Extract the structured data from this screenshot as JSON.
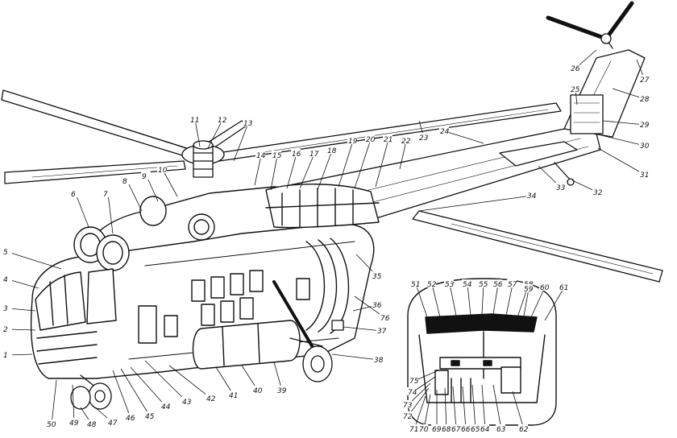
{
  "figure": {
    "type": "cutaway-drawing",
    "subject": "helicopter",
    "inset": "cockpit"
  },
  "callouts": [
    {
      "id": "1",
      "text": "1"
    },
    {
      "id": "2",
      "text": "2"
    },
    {
      "id": "3",
      "text": "3"
    },
    {
      "id": "4",
      "text": "4"
    },
    {
      "id": "5",
      "text": "5"
    },
    {
      "id": "6",
      "text": "6"
    },
    {
      "id": "7",
      "text": "7"
    },
    {
      "id": "8",
      "text": "8"
    },
    {
      "id": "9",
      "text": "9"
    },
    {
      "id": "10",
      "text": "10"
    },
    {
      "id": "11",
      "text": "11"
    },
    {
      "id": "12",
      "text": "12"
    },
    {
      "id": "13",
      "text": "13"
    },
    {
      "id": "14",
      "text": "14"
    },
    {
      "id": "15",
      "text": "15"
    },
    {
      "id": "16",
      "text": "16"
    },
    {
      "id": "17",
      "text": "17"
    },
    {
      "id": "18",
      "text": "18"
    },
    {
      "id": "19",
      "text": "19"
    },
    {
      "id": "20",
      "text": "20"
    },
    {
      "id": "21",
      "text": "21"
    },
    {
      "id": "22",
      "text": "22"
    },
    {
      "id": "23",
      "text": "23"
    },
    {
      "id": "24",
      "text": "24"
    },
    {
      "id": "25",
      "text": "25"
    },
    {
      "id": "26",
      "text": "26"
    },
    {
      "id": "27",
      "text": "27"
    },
    {
      "id": "28",
      "text": "28"
    },
    {
      "id": "29",
      "text": "29"
    },
    {
      "id": "30",
      "text": "30"
    },
    {
      "id": "31",
      "text": "31"
    },
    {
      "id": "32",
      "text": "32"
    },
    {
      "id": "33",
      "text": "33"
    },
    {
      "id": "34",
      "text": "34"
    },
    {
      "id": "35",
      "text": "35"
    },
    {
      "id": "36",
      "text": "36"
    },
    {
      "id": "37",
      "text": "37"
    },
    {
      "id": "38",
      "text": "38"
    },
    {
      "id": "39",
      "text": "39"
    },
    {
      "id": "40",
      "text": "40"
    },
    {
      "id": "41",
      "text": "41"
    },
    {
      "id": "42",
      "text": "42"
    },
    {
      "id": "43",
      "text": "43"
    },
    {
      "id": "44",
      "text": "44"
    },
    {
      "id": "45",
      "text": "45"
    },
    {
      "id": "46",
      "text": "46"
    },
    {
      "id": "47",
      "text": "47"
    },
    {
      "id": "48",
      "text": "48"
    },
    {
      "id": "49",
      "text": "49"
    },
    {
      "id": "50",
      "text": "50"
    },
    {
      "id": "51",
      "text": "51"
    },
    {
      "id": "52",
      "text": "52"
    },
    {
      "id": "53",
      "text": "53"
    },
    {
      "id": "54",
      "text": "54"
    },
    {
      "id": "55",
      "text": "55"
    },
    {
      "id": "56",
      "text": "56"
    },
    {
      "id": "57",
      "text": "57"
    },
    {
      "id": "58",
      "text": "58"
    },
    {
      "id": "59",
      "text": "59"
    },
    {
      "id": "60",
      "text": "60"
    },
    {
      "id": "61",
      "text": "61"
    },
    {
      "id": "62",
      "text": "62"
    },
    {
      "id": "63",
      "text": "63"
    },
    {
      "id": "64",
      "text": "64"
    },
    {
      "id": "65",
      "text": "65"
    },
    {
      "id": "66",
      "text": "66"
    },
    {
      "id": "67",
      "text": "67"
    },
    {
      "id": "68",
      "text": "68"
    },
    {
      "id": "69",
      "text": "69"
    },
    {
      "id": "70",
      "text": "70"
    },
    {
      "id": "71",
      "text": "71"
    },
    {
      "id": "72",
      "text": "72"
    },
    {
      "id": "73",
      "text": "73"
    },
    {
      "id": "74",
      "text": "74"
    },
    {
      "id": "75",
      "text": "75"
    },
    {
      "id": "76",
      "text": "76"
    }
  ],
  "colors": {
    "ink": "#111111",
    "paper": "#ffffff"
  }
}
